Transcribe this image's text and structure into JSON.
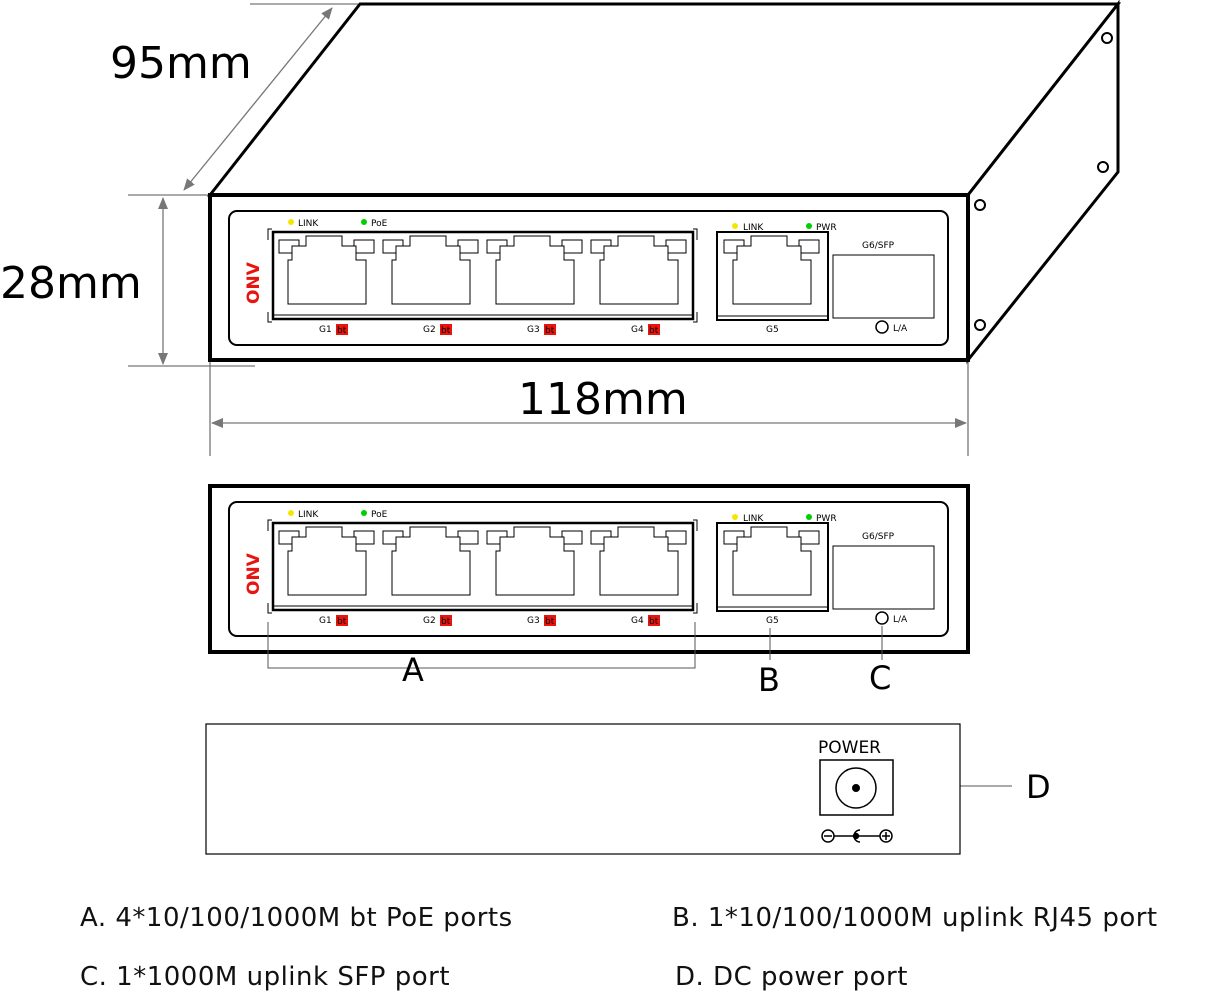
{
  "dimensions": {
    "depth": "95mm",
    "height": "28mm",
    "width": "118mm"
  },
  "panel": {
    "brand": "ONV",
    "link_label": "LINK",
    "poe_label": "PoE",
    "pwr_label": "PWR",
    "ports": [
      "G1",
      "G2",
      "G3",
      "G4"
    ],
    "port_badge": "bt",
    "uplink_port": "G5",
    "sfp_label": "G6/SFP",
    "la_label": "L/A"
  },
  "back": {
    "power_label": "POWER"
  },
  "callouts": {
    "a": "A",
    "b": "B",
    "c": "C",
    "d": "D"
  },
  "captions": {
    "a": "A. 4*10/100/1000M bt PoE ports",
    "b": "B.  1*10/100/1000M uplink RJ45 port",
    "c": "C. 1*1000M uplink SFP port",
    "d": "D.  DC power  port"
  },
  "colors": {
    "led_link": "#f5e600",
    "led_green": "#00d000",
    "badge": "#e8150f",
    "brand": "#e8150f"
  }
}
